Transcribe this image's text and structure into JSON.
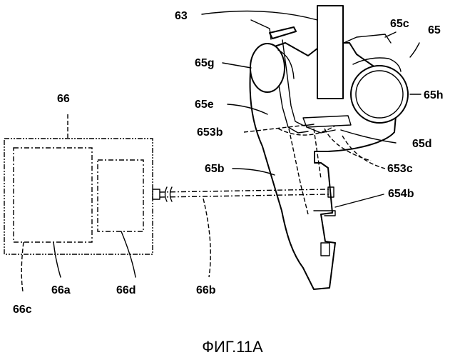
{
  "labels": {
    "l63": "63",
    "l65": "65",
    "l65c": "65c",
    "l65g": "65g",
    "l65h": "65h",
    "l65e": "65e",
    "l653b": "653b",
    "l65d": "65d",
    "l65b": "65b",
    "l653c": "653c",
    "l654b": "654b",
    "l66": "66",
    "l66a": "66a",
    "l66b": "66b",
    "l66c": "66c",
    "l66d": "66d"
  },
  "caption": "ФИГ.11А"
}
